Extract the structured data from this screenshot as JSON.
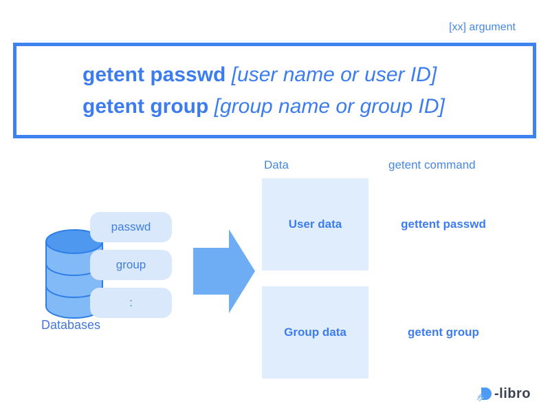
{
  "annotation": {
    "label": "[xx] argument"
  },
  "syntax_box": {
    "lines": [
      {
        "command": "getent passwd",
        "argument": "[user name or user ID]"
      },
      {
        "command": "getent group",
        "argument": "[group name or group ID]"
      }
    ]
  },
  "diagram": {
    "databases": {
      "label": "Databases",
      "items": [
        "passwd",
        "group",
        ":"
      ]
    },
    "headers": {
      "data": "Data",
      "command": "getent command"
    },
    "mappings": [
      {
        "data": "User data",
        "command": "gettent passwd"
      },
      {
        "data": "Group data",
        "command": "getent group"
      }
    ]
  },
  "logo": {
    "text": "-libro"
  },
  "colors": {
    "accent_blue": "#3e82f0",
    "label_blue": "#4787e2",
    "light_fill": "#dfedfc",
    "pill_fill": "#d9e8fb",
    "arrow_blue": "#6eacf4",
    "cylinder_body": "#82baf7",
    "cylinder_top": "#4e98ef",
    "logo_dark": "#3b4350"
  }
}
